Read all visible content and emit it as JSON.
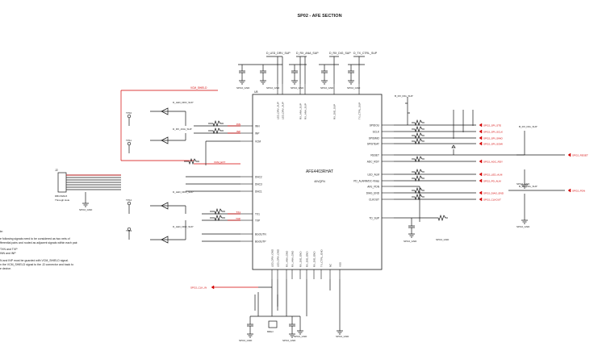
{
  "title": "SP02 - AFE SECTION",
  "ic": {
    "label": "U8",
    "part": "AFE4403RHAT",
    "package": "40VQFN",
    "left_pins": [
      "INN",
      "INP",
      "VCM",
      "DNC2",
      "DNC3",
      "DNC1",
      "TX1",
      "TXP",
      "BGOUTN",
      "BGOUTP"
    ],
    "right_pins": [
      "SPIDOU",
      "SCLK",
      "SPISIMO",
      "SPISTEAT",
      "RESET",
      "ADC_RDY",
      "LED_ALM",
      "PD_ALARM/DC-Vbias",
      "AFE_PDN",
      "DIAG_END",
      "CLKOUT",
      "TD_SUP"
    ],
    "top_pins": [
      "LED_DRV_SUP",
      "LED_DRV_SUP",
      "RX_ANA_SUP",
      "RX_ANA_SUP",
      "RX_DIG_SUP",
      "TX_CTRL_SUP"
    ],
    "bottom_pins": [
      "LED_DRV_GND",
      "LED_DRV_GND",
      "RX_ANA_GND",
      "RX_ANA_GND",
      "RX_DIG_GND",
      "RX_DIG_GND",
      "RX_DIG_GND",
      "TX_CTRL_GND",
      "NC",
      "VSS"
    ]
  },
  "rails": [
    "D_LED_DRV_SUP",
    "D_RX_ANA_SUP",
    "D_RX_DIG_SUP",
    "D_TX_CTRL_SUP"
  ],
  "nets_red": [
    "VCM_SHIELD",
    "INN",
    "INP",
    "VCM_EXT",
    "TX1",
    "TXP"
  ],
  "connectors": {
    "j": "J2",
    "j_part": "DB1X9AFZ",
    "j_desc": "Through Hole"
  },
  "outputs": [
    "SPO2_SPI_STE",
    "SPO2_SPI_SCLK",
    "SPO2_SPI_SIMO",
    "SPO2_SPI_SOMI",
    "SPO2_ADC_RDY",
    "SPO2_LED_ALM",
    "SPO2_PD_ALM",
    "SPO2_DIAG_END",
    "SPO2_CLKOUT",
    "SPO2_RESET",
    "SPO2_PDN"
  ],
  "input_net": "SPO2_CLK_IN",
  "gnd_label": "SPO2_GND",
  "note_lines": [
    "te:",
    "e following signals need to be considered as two nets of",
    "fferential pairs and routed as adjacent signals within each pair.",
    "  TXN and TXP",
    "  INN and INP",
    "N and INP must be guarded with VCM_SHIELD signal.",
    "n the VCM_SHIELD signal to the J2 connector and back to",
    "e device."
  ],
  "misc": {
    "tp1": "TP10",
    "tp2": "TP11",
    "tp3": "TP12",
    "tp4": "TP13",
    "crystal": "8MHz",
    "rail_b": "B_RX_DIG_SUP"
  }
}
